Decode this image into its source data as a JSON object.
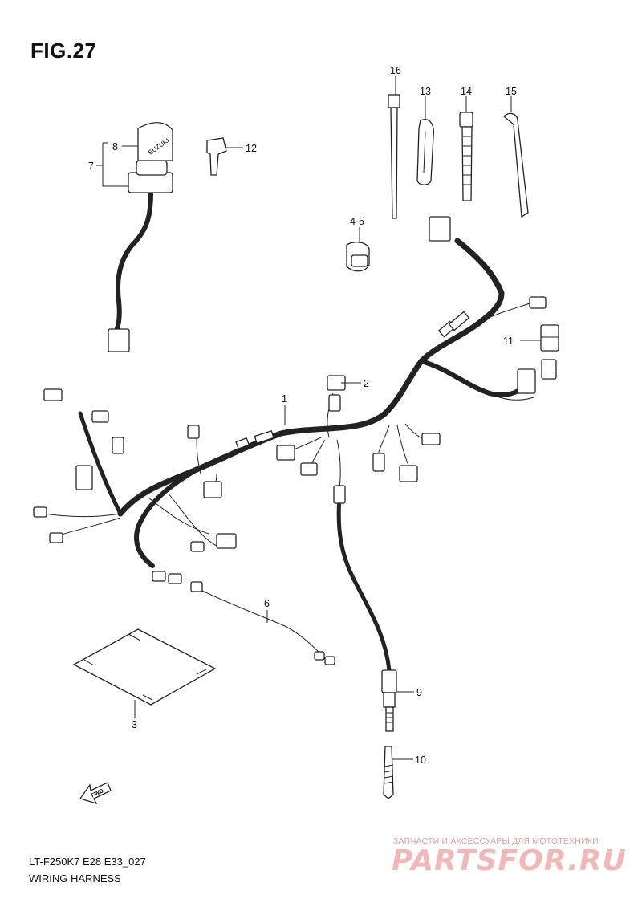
{
  "header": {
    "figure_label": "FIG.27"
  },
  "footer": {
    "model_code": "LT-F250K7 E28 E33_027",
    "section_title": "WIRING HARNESS"
  },
  "watermark": {
    "tagline": "ЗАПЧАСТИ И АКСЕССУАРЫ ДЛЯ МОТОТЕХНИКИ",
    "brand": "PARTSFOR.RU",
    "color": "#f2b8b8"
  },
  "direction_marker": {
    "label": "FWD"
  },
  "callouts": [
    {
      "id": "1",
      "label": "1"
    },
    {
      "id": "2",
      "label": "2"
    },
    {
      "id": "3",
      "label": "3"
    },
    {
      "id": "4-5",
      "label": "4·5"
    },
    {
      "id": "6",
      "label": "6"
    },
    {
      "id": "7",
      "label": "7"
    },
    {
      "id": "8",
      "label": "8"
    },
    {
      "id": "9",
      "label": "9"
    },
    {
      "id": "10",
      "label": "10"
    },
    {
      "id": "11",
      "label": "11"
    },
    {
      "id": "12",
      "label": "12"
    },
    {
      "id": "13",
      "label": "13"
    },
    {
      "id": "14",
      "label": "14"
    },
    {
      "id": "15",
      "label": "15"
    },
    {
      "id": "16",
      "label": "16"
    }
  ],
  "part_markings": {
    "ignition_switch_brand": "SUZUKI"
  }
}
